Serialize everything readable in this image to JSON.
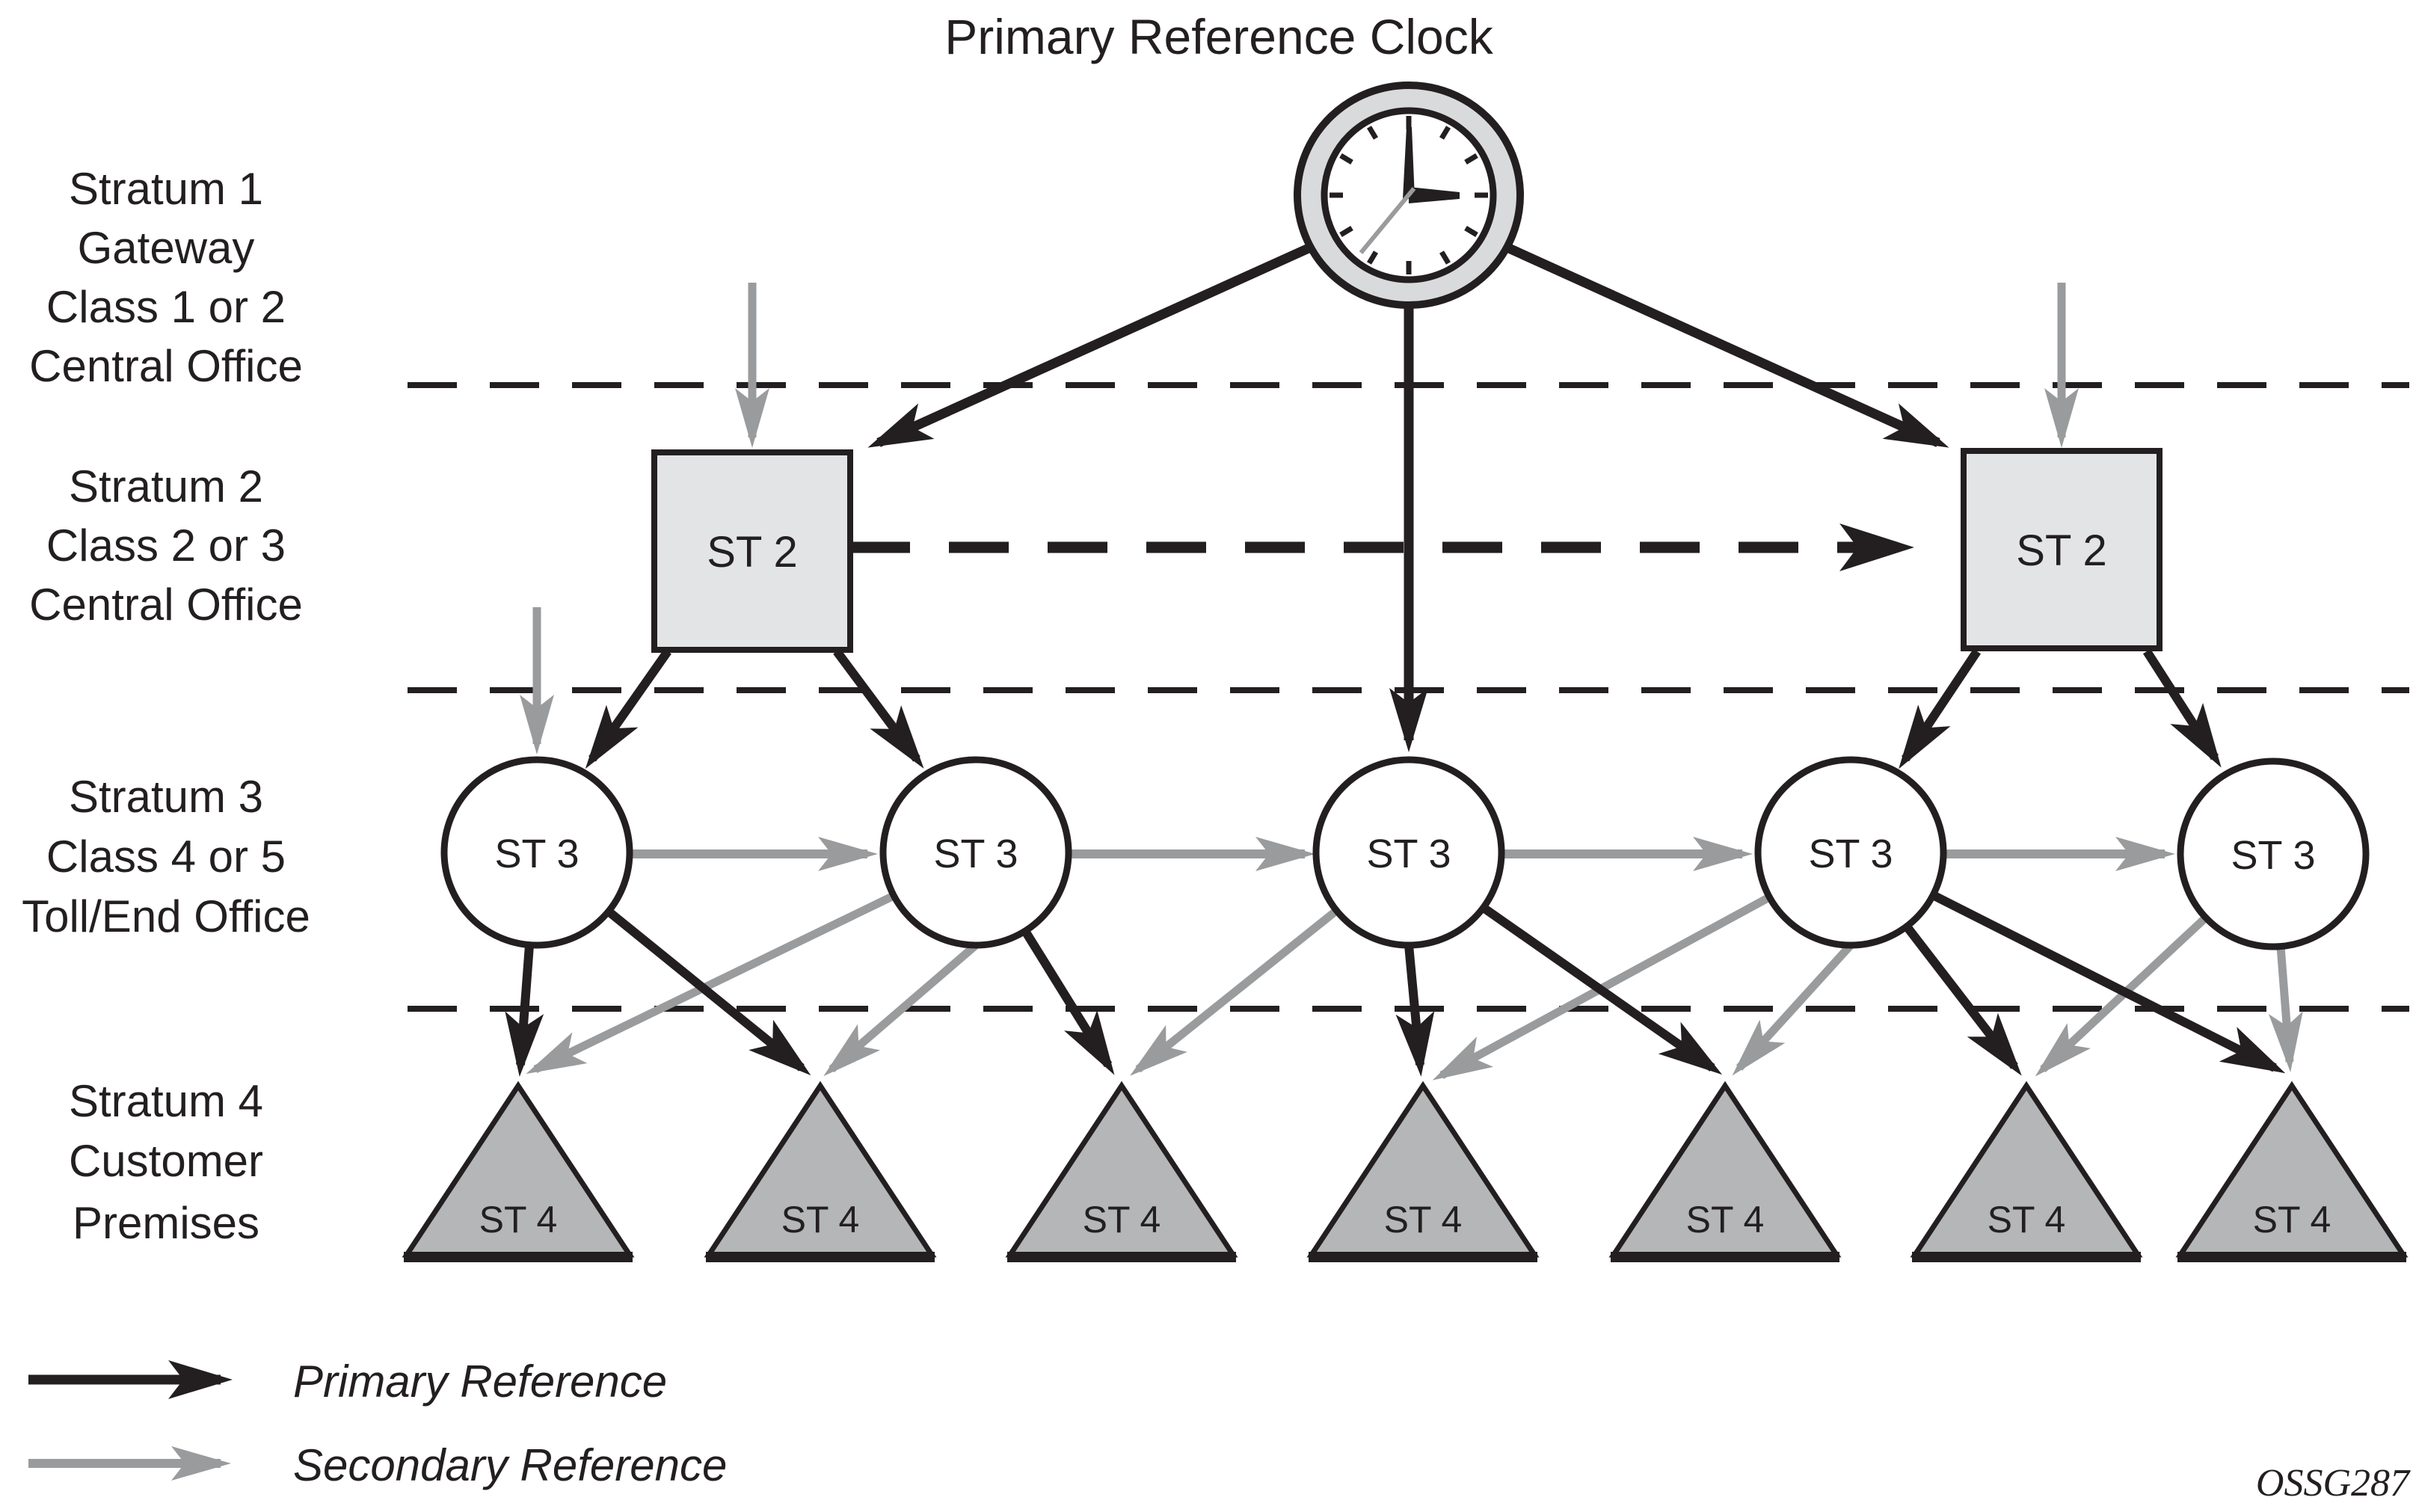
{
  "title": "Primary Reference Clock",
  "figure_code": "OSSG287",
  "colors": {
    "primary": "#231f20",
    "secondary": "#999b9d",
    "node_box_fill": "#e3e4e5",
    "triangle_fill": "#b4b6b8",
    "clock_ring_fill": "#d9dadb",
    "background": "#ffffff"
  },
  "strata_labels": [
    {
      "lines": [
        "Stratum 1",
        "Gateway",
        "Class 1 or 2",
        "Central Office"
      ]
    },
    {
      "lines": [
        "Stratum 2",
        "Class 2 or 3",
        "Central Office"
      ]
    },
    {
      "lines": [
        "Stratum 3",
        "Class 4 or 5",
        "Toll/End Office"
      ]
    },
    {
      "lines": [
        "Stratum 4",
        "Customer",
        "Premises"
      ]
    }
  ],
  "nodes": {
    "st2": [
      {
        "label": "ST 2"
      },
      {
        "label": "ST 2"
      }
    ],
    "st3": [
      {
        "label": "ST 3"
      },
      {
        "label": "ST 3"
      },
      {
        "label": "ST 3"
      },
      {
        "label": "ST 3"
      },
      {
        "label": "ST 3"
      }
    ],
    "st4": [
      {
        "label": "ST 4"
      },
      {
        "label": "ST 4"
      },
      {
        "label": "ST 4"
      },
      {
        "label": "ST 4"
      },
      {
        "label": "ST 4"
      },
      {
        "label": "ST 4"
      },
      {
        "label": "ST 4"
      }
    ]
  },
  "legend": {
    "items": [
      {
        "label": "Primary Reference",
        "color": "#231f20"
      },
      {
        "label": "Secondary Reference",
        "color": "#999b9d"
      }
    ]
  }
}
